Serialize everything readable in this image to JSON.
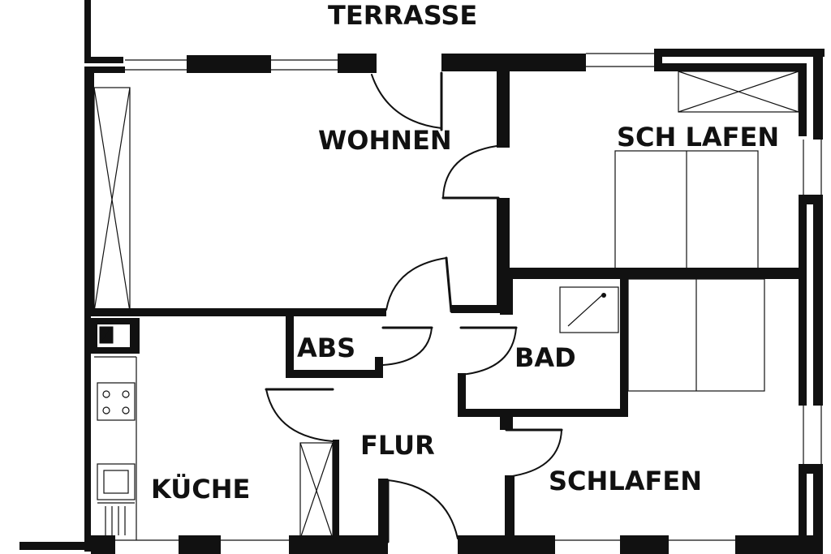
{
  "rooms": {
    "terrasse": "TERRASSE",
    "wohnen": "WOHNEN",
    "schlafen_top": "SCH LAFEN",
    "abs": "ABS",
    "bad": "BAD",
    "flur": "FLUR",
    "kueche": "KÜCHE",
    "schlafen_bottom": "SCHLAFEN"
  }
}
